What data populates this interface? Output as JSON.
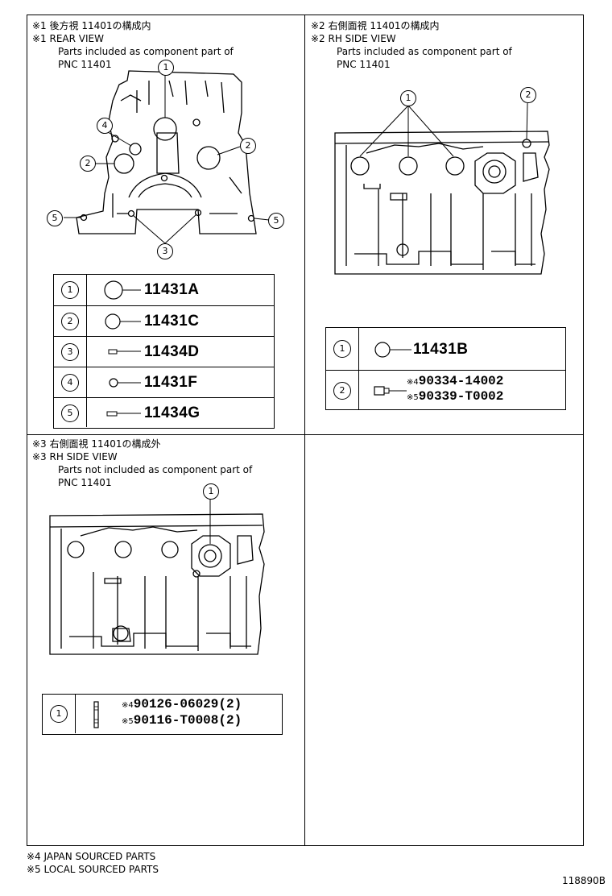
{
  "panel1": {
    "line1": "※1 後方視 11401の構成内",
    "line2": "※1 REAR VIEW",
    "line3": "Parts included as component part of",
    "line4": "PNC 11401",
    "callouts": [
      "1",
      "2",
      "2",
      "3",
      "4",
      "5",
      "5"
    ],
    "parts": [
      {
        "idx": "1",
        "pnc": "11431A"
      },
      {
        "idx": "2",
        "pnc": "11431C"
      },
      {
        "idx": "3",
        "pnc": "11434D"
      },
      {
        "idx": "4",
        "pnc": "11431F"
      },
      {
        "idx": "5",
        "pnc": "11434G"
      }
    ]
  },
  "panel2": {
    "line1": "※2 右側面視 11401の構成内",
    "line2": "※2 RH SIDE VIEW",
    "line3": "Parts included as component part of",
    "line4": "PNC 11401",
    "callouts": [
      "1",
      "2"
    ],
    "parts": [
      {
        "idx": "1",
        "pnc": "11431B"
      },
      {
        "idx": "2",
        "src_a": "※4",
        "pnc_a": "90334-14002",
        "src_b": "※5",
        "pnc_b": "90339-T0002"
      }
    ]
  },
  "panel3": {
    "line1": "※3 右側面視 11401の構成外",
    "line2": "※3 RH SIDE VIEW",
    "line3": "Parts not included as component part of",
    "line4": "PNC 11401",
    "callouts": [
      "1"
    ],
    "parts": [
      {
        "idx": "1",
        "src_a": "※4",
        "pnc_a": "90126-06029(2)",
        "src_b": "※5",
        "pnc_b": "90116-T0008(2)"
      }
    ]
  },
  "footer": {
    "note1": "※4 JAPAN SOURCED PARTS",
    "note2": "※5 LOCAL SOURCED PARTS",
    "doc_id": "118890B"
  }
}
